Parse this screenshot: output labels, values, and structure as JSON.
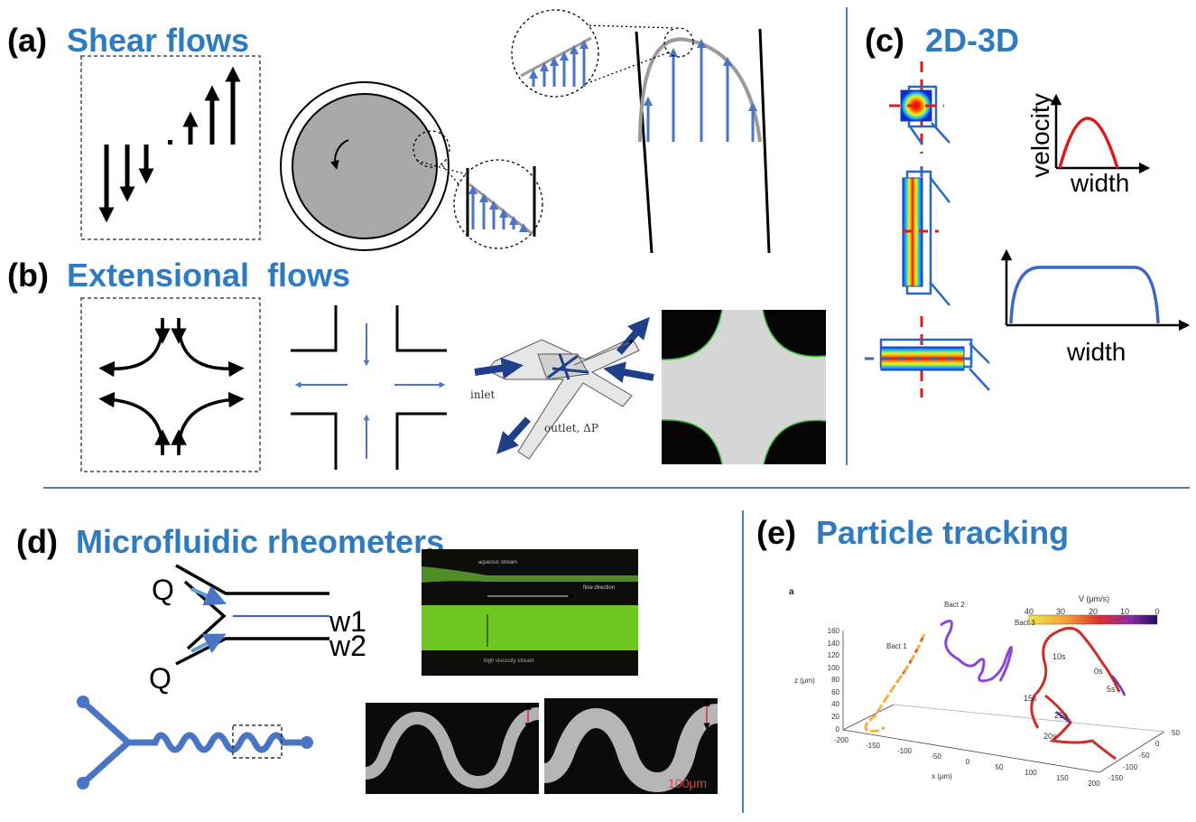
{
  "colors": {
    "accent_blue": "#2f7bbf",
    "arrow_blue": "#4b74c4",
    "divider": "#4f7fb6",
    "red": "#e01818"
  },
  "panels": {
    "a": {
      "letter": "(a)",
      "title": "Shear flows"
    },
    "b": {
      "letter": "(b)",
      "title": "Extensional  flows",
      "labels": {
        "inlet": "inlet",
        "outlet": "outlet, ΔP"
      }
    },
    "c": {
      "letter": "(c)",
      "title": "2D-3D",
      "plot1": {
        "ylabel": "velocity",
        "xlabel": "width"
      },
      "plot2": {
        "xlabel": "width"
      }
    },
    "d": {
      "letter": "(d)",
      "title": "Microfluidic rheometers",
      "labels": {
        "q_top": "Q",
        "q_bottom": "Q",
        "w1": "w1",
        "w2": "w2"
      },
      "photo": {
        "aqueous": "aqueous stream",
        "direction": "flow direction",
        "viscous": "high viscosity stream"
      },
      "scale": "100μm"
    },
    "e": {
      "letter": "(e)",
      "title": "Particle tracking",
      "plot": {
        "tag": "a",
        "colorbar_title": "V (μm/s)",
        "colorbar_ticks": [
          "40",
          "30",
          "20",
          "10",
          "0"
        ],
        "zlabel": "z (μm)",
        "z_ticks": [
          "160",
          "140",
          "120",
          "100",
          "80",
          "60",
          "40",
          "20",
          "0"
        ],
        "xlabel": "x (μm)",
        "x_ticks": [
          "-200",
          "-150",
          "-100",
          "-50",
          "0",
          "50",
          "100",
          "150",
          "200"
        ],
        "y_ticks": [
          "-150",
          "-100",
          "-50",
          "0",
          "50"
        ],
        "bacteria": [
          "Bact 1",
          "Bact 2",
          "Bact 3"
        ],
        "times": [
          "10s",
          "0s",
          "5s",
          "15s",
          "25s",
          "20s"
        ]
      }
    }
  }
}
